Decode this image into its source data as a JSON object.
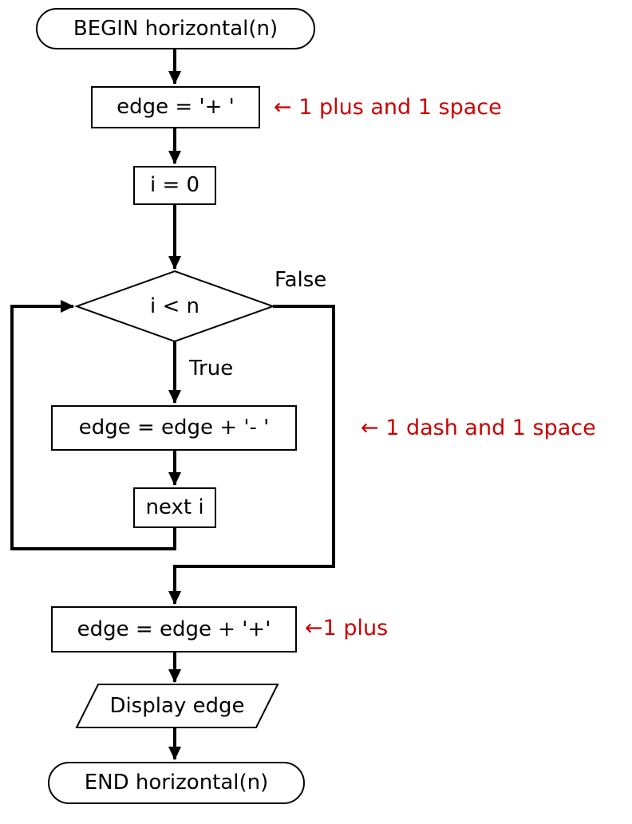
{
  "diagram": {
    "type": "flowchart",
    "background": "#ffffff",
    "colors": {
      "line": "#000000",
      "text": "#000000",
      "node_fill": "#ffffff",
      "annotation": "#cc0000"
    },
    "nodes": {
      "begin": {
        "type": "terminal",
        "label": "BEGIN horizontal(n)"
      },
      "init_edge": {
        "type": "process",
        "label": "edge = '+ '"
      },
      "init_i": {
        "type": "process",
        "label": "i = 0"
      },
      "condition": {
        "type": "decision",
        "label": "i < n"
      },
      "append_dash": {
        "type": "process",
        "label": "edge = edge + '- '"
      },
      "next_i": {
        "type": "process",
        "label": "next i"
      },
      "append_plus": {
        "type": "process",
        "label": "edge = edge + '+'"
      },
      "display": {
        "type": "input-output",
        "label": "Display edge"
      },
      "end": {
        "type": "terminal",
        "label": "END horizontal(n)"
      }
    },
    "branch_labels": {
      "false_branch": "False",
      "true_branch": "True"
    },
    "annotations": {
      "plus_space": "← 1 plus and 1 space",
      "dash_space": "← 1 dash and 1 space",
      "one_plus": "←1 plus"
    }
  }
}
